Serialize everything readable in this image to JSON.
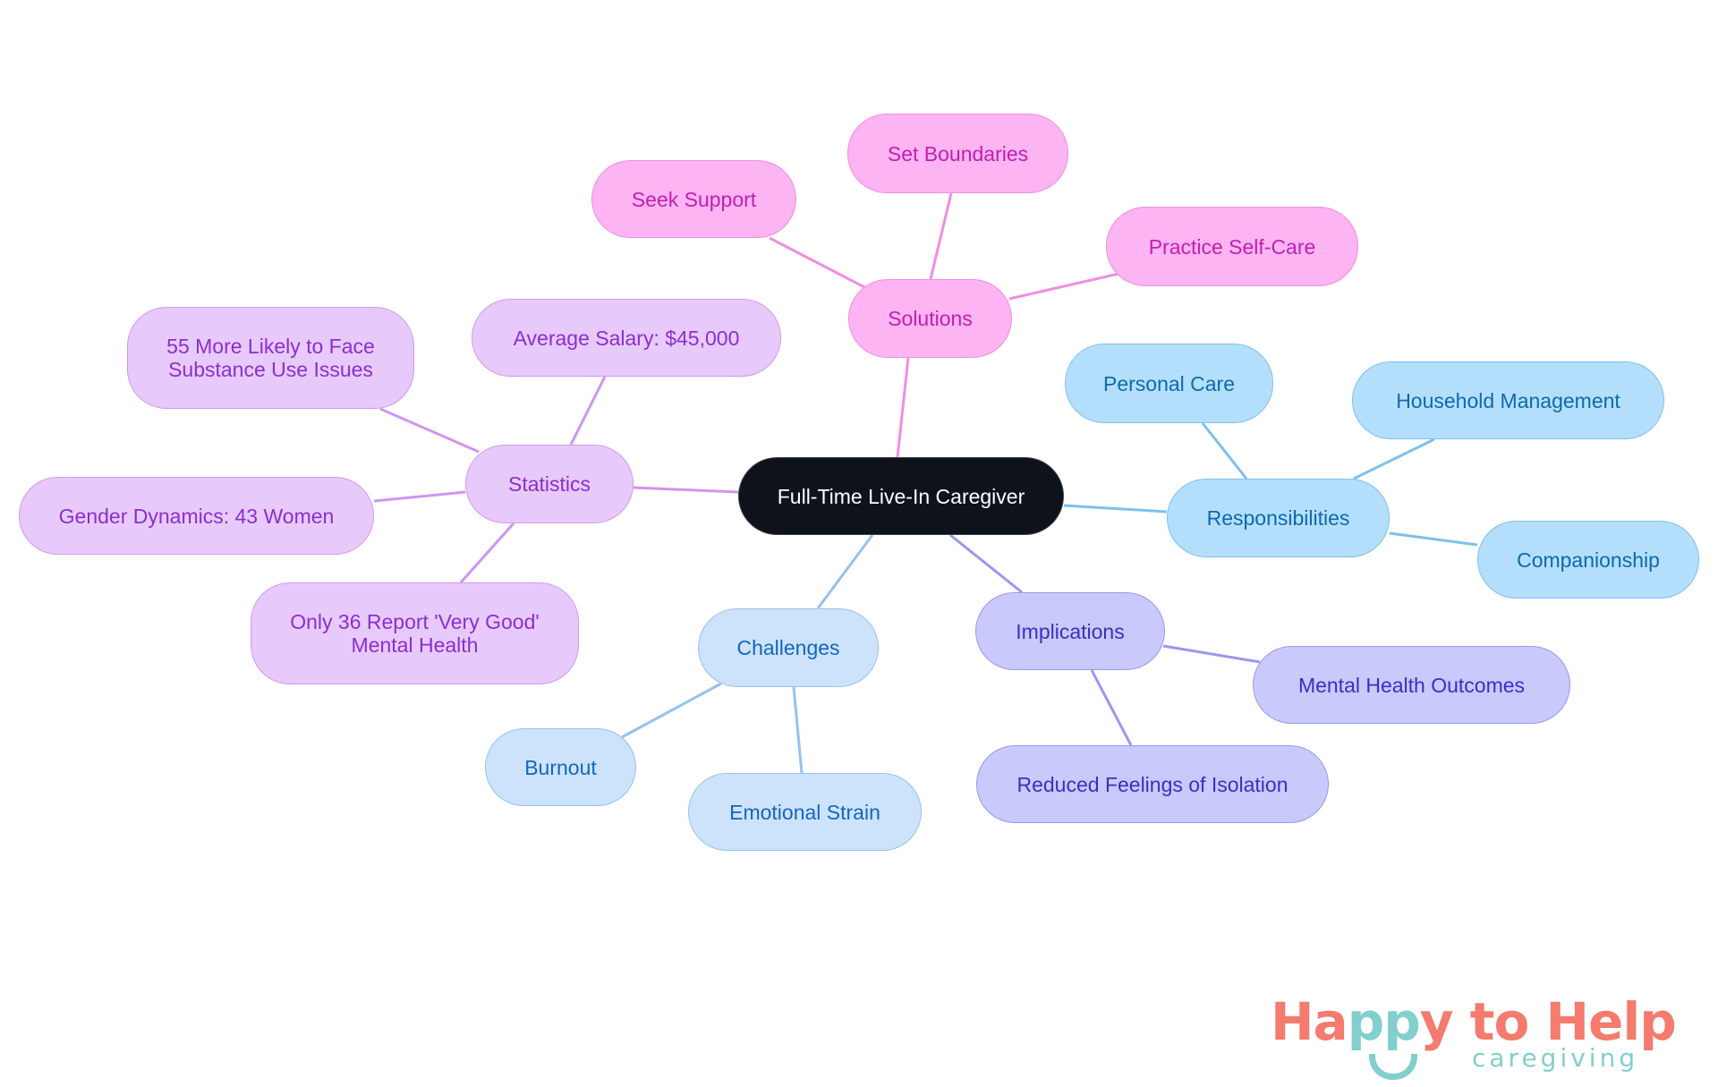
{
  "diagram": {
    "root": {
      "label": "Full-Time Live-In Caregiver"
    },
    "branches": {
      "solutions": {
        "label": "Solutions",
        "color": "#fcb4f3",
        "children": [
          "Set Boundaries",
          "Seek Support",
          "Practice Self-Care"
        ]
      },
      "statistics": {
        "label": "Statistics",
        "color": "#e8c9fc",
        "children": [
          "Average Salary: $45,000",
          "55 More Likely to Face Substance Use Issues",
          "Gender Dynamics: 43 Women",
          "Only 36 Report 'Very Good' Mental Health"
        ]
      },
      "responsibilities": {
        "label": "Responsibilities",
        "color": "#b4dffc",
        "children": [
          "Personal Care",
          "Household Management",
          "Companionship"
        ]
      },
      "implications": {
        "label": "Implications",
        "color": "#c9c9fc",
        "children": [
          "Mental Health Outcomes",
          "Reduced Feelings of Isolation"
        ]
      },
      "challenges": {
        "label": "Challenges",
        "color": "#cde3fb",
        "children": [
          "Burnout",
          "Emotional Strain"
        ]
      }
    }
  },
  "logo": {
    "part1": "Ha",
    "part2": "pp",
    "part3": "y to Help",
    "sub": "caregiving"
  }
}
